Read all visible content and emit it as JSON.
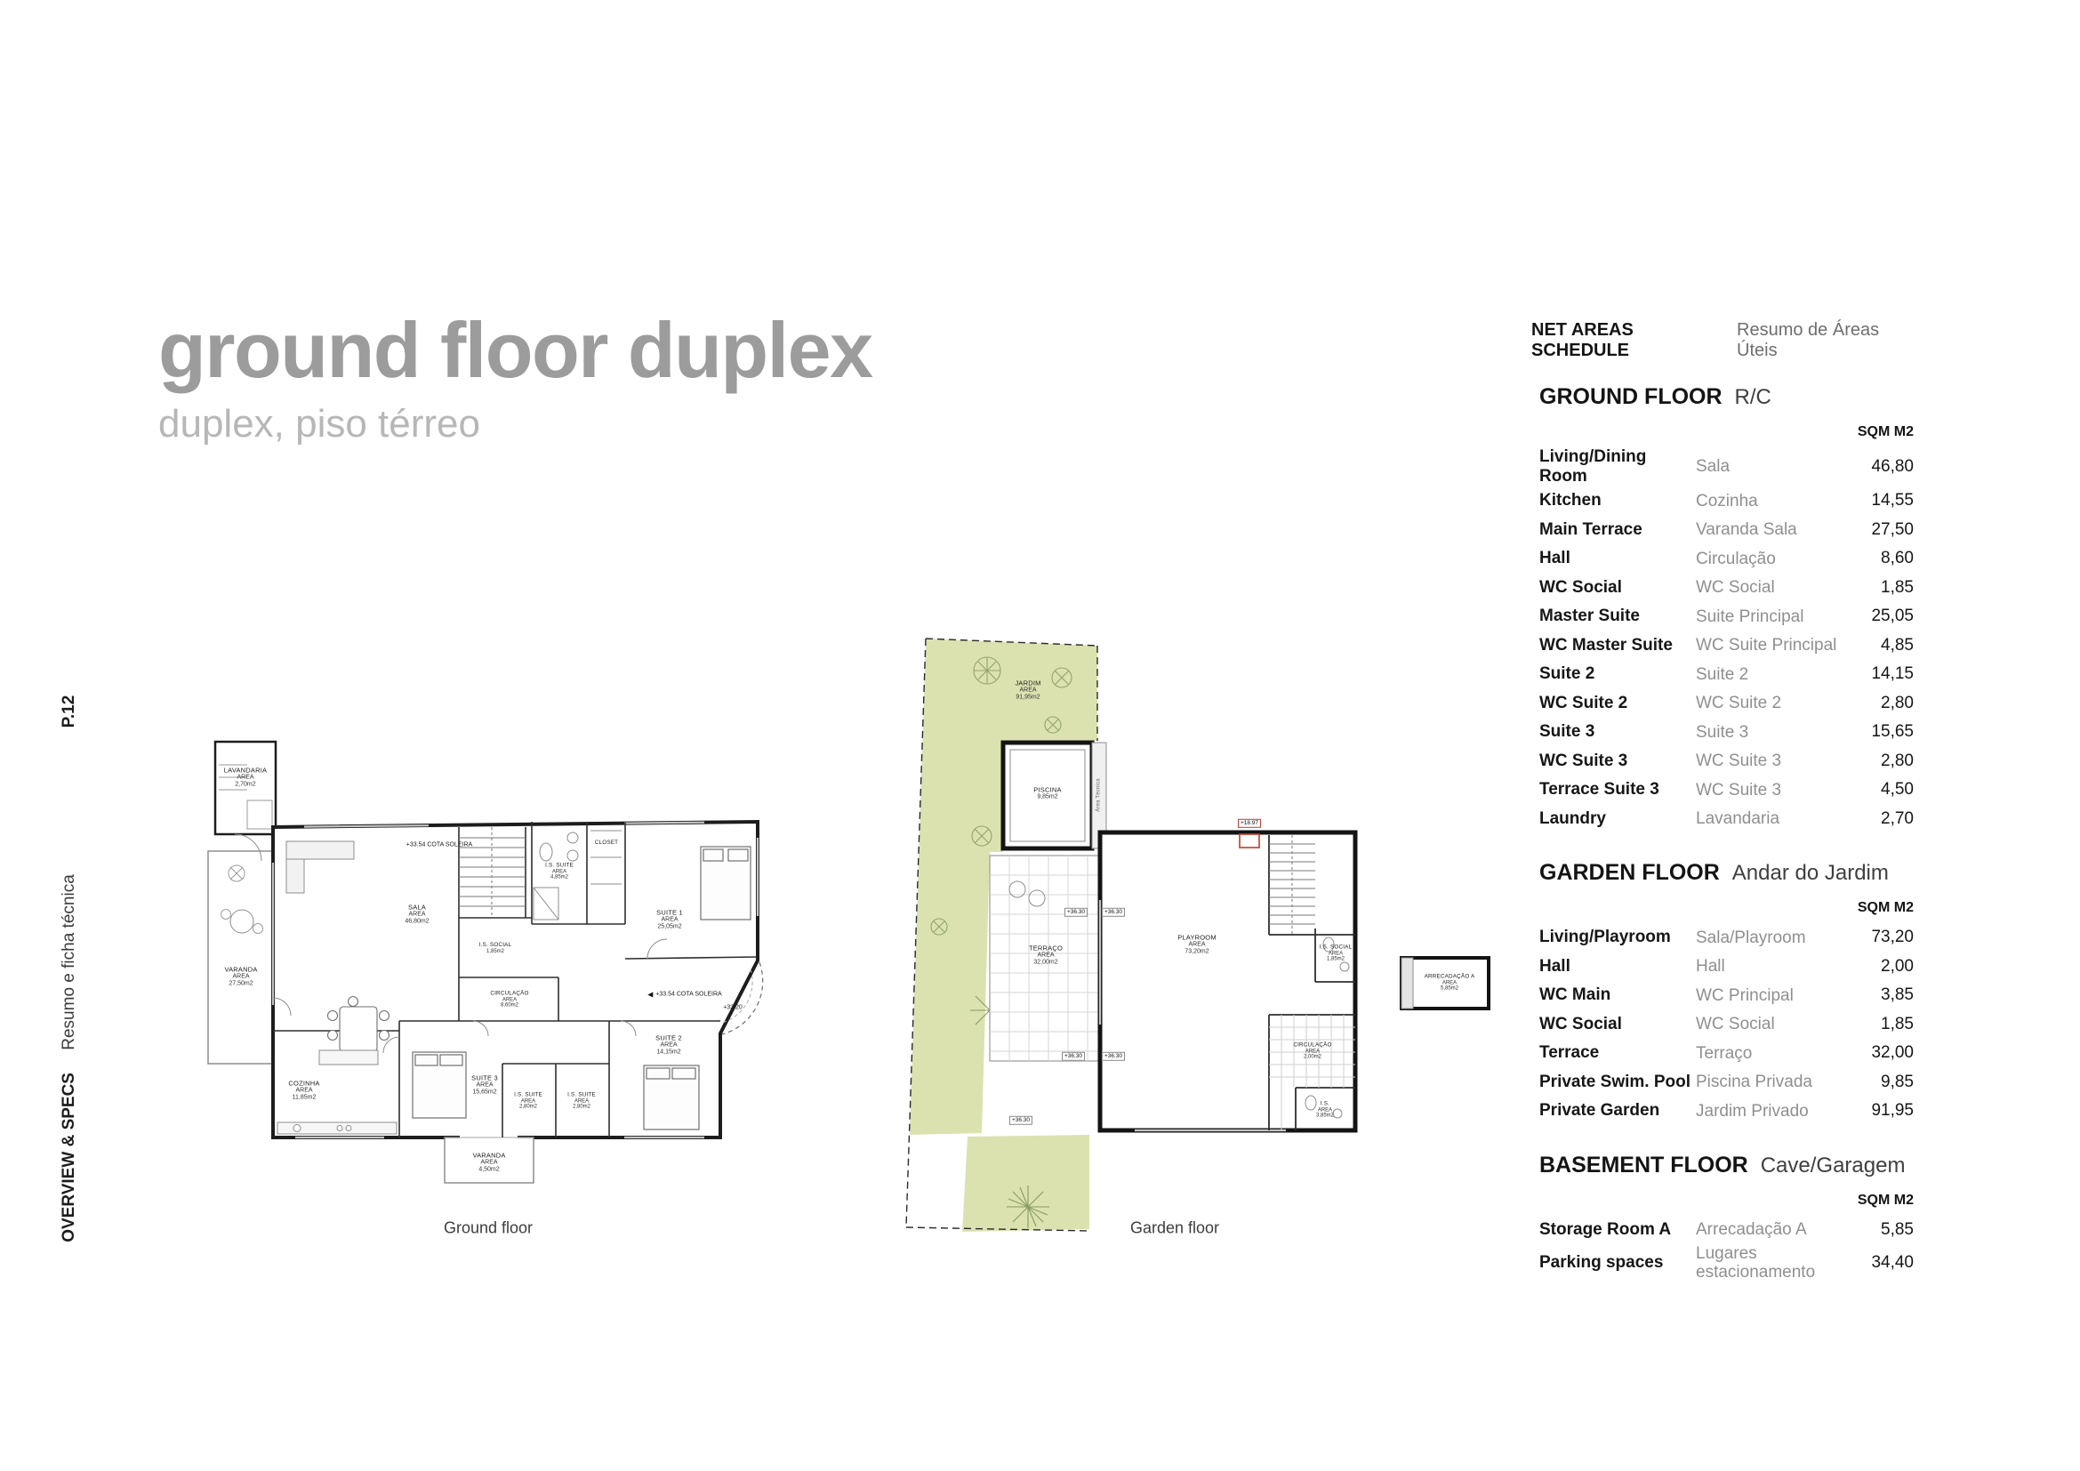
{
  "header": {
    "title": "ground floor duplex",
    "subtitle": "duplex, piso térreo"
  },
  "sidebar": {
    "page_number": "P.12",
    "section_en": "OVERVIEW & SPECS",
    "section_pt": "Resumo e ficha técnica"
  },
  "schedule": {
    "title_en": "NET AREAS SCHEDULE",
    "title_pt": "Resumo de Áreas Úteis",
    "col_header": "SQM M2",
    "sections": [
      {
        "name_en": "GROUND FLOOR",
        "name_pt": "R/C",
        "rows": [
          {
            "en": "Living/Dining Room",
            "pt": "Sala",
            "val": "46,80"
          },
          {
            "en": "Kitchen",
            "pt": "Cozinha",
            "val": "14,55"
          },
          {
            "en": "Main Terrace",
            "pt": "Varanda Sala",
            "val": "27,50"
          },
          {
            "en": "Hall",
            "pt": "Circulação",
            "val": "8,60"
          },
          {
            "en": "WC Social",
            "pt": "WC Social",
            "val": "1,85"
          },
          {
            "en": "Master Suite",
            "pt": "Suite Principal",
            "val": "25,05"
          },
          {
            "en": "WC Master Suite",
            "pt": "WC Suite Principal",
            "val": "4,85"
          },
          {
            "en": "Suite 2",
            "pt": "Suite 2",
            "val": "14,15"
          },
          {
            "en": "WC Suite 2",
            "pt": "WC Suite 2",
            "val": "2,80"
          },
          {
            "en": "Suite 3",
            "pt": "Suite 3",
            "val": "15,65"
          },
          {
            "en": "WC Suite 3",
            "pt": "WC Suite 3",
            "val": "2,80"
          },
          {
            "en": "Terrace Suite 3",
            "pt": "WC Suite 3",
            "val": "4,50"
          },
          {
            "en": "Laundry",
            "pt": "Lavandaria",
            "val": "2,70"
          }
        ]
      },
      {
        "name_en": "GARDEN FLOOR",
        "name_pt": "Andar do Jardim",
        "rows": [
          {
            "en": "Living/Playroom",
            "pt": "Sala/Playroom",
            "val": "73,20"
          },
          {
            "en": "Hall",
            "pt": "Hall",
            "val": "2,00"
          },
          {
            "en": "WC Main",
            "pt": "WC Principal",
            "val": "3,85"
          },
          {
            "en": "WC Social",
            "pt": "WC Social",
            "val": "1,85"
          },
          {
            "en": "Terrace",
            "pt": "Terraço",
            "val": "32,00"
          },
          {
            "en": "Private Swim. Pool",
            "pt": "Piscina Privada",
            "val": "9,85"
          },
          {
            "en": "Private Garden",
            "pt": "Jardim Privado",
            "val": "91,95"
          }
        ]
      },
      {
        "name_en": "BASEMENT FLOOR",
        "name_pt": "Cave/Garagem",
        "rows": [
          {
            "en": "Storage Room A",
            "pt": "Arrecadação A",
            "val": "5,85"
          },
          {
            "en": "Parking spaces",
            "pt": "Lugares estacionamento",
            "val": "34,40"
          }
        ]
      }
    ]
  },
  "plans": {
    "ground": {
      "caption": "Ground floor",
      "rooms": {
        "lavandaria": {
          "label": "LAVANDARIA",
          "area": "AREA\n2,70m2"
        },
        "varanda": {
          "label": "VARANDA",
          "area": "AREA\n27,50m2"
        },
        "sala": {
          "label": "SALA",
          "area": "AREA\n46,80m2"
        },
        "is_social": {
          "label": "I.S. SOCIAL",
          "area": "1,85m2"
        },
        "circulacao": {
          "label": "CIRCULAÇÃO",
          "area": "AREA\n8,60m2"
        },
        "is_suite": {
          "label": "I.S. SUITE",
          "area": "AREA\n4,85m2"
        },
        "closet": {
          "label": "CLOSET",
          "area": ""
        },
        "suite1": {
          "label": "SUITE 1",
          "area": "AREA\n25,05m2"
        },
        "cozinha": {
          "label": "COZINHA",
          "area": "AREA\n11,85m2"
        },
        "suite3": {
          "label": "SUITE 3",
          "area": "AREA\n15,65m2"
        },
        "is_suite3": {
          "label": "I.S. SUITE",
          "area": "AREA\n2,80m2"
        },
        "is_suite2": {
          "label": "I.S. SUITE",
          "area": "AREA\n2,80m2"
        },
        "suite2": {
          "label": "SUITE 2",
          "area": "AREA\n14,15m2"
        },
        "varanda2": {
          "label": "VARANDA",
          "area": "AREA\n4,50m2"
        }
      },
      "cotas": {
        "c1": "+33.54 COTA SOLEIRA",
        "c2": "+33.54 COTA SOLEIRA",
        "c3": "+33.20"
      }
    },
    "garden": {
      "caption": "Garden floor",
      "rooms": {
        "jardim": {
          "label": "JARDIM",
          "area": "AREA\n91,95m2"
        },
        "piscina": {
          "label": "PISCINA",
          "area": "9,85m2"
        },
        "terraco": {
          "label": "TERRAÇO",
          "area": "AREA\n32,00m2"
        },
        "playroom": {
          "label": "PLAYROOM",
          "area": "AREA\n73,20m2"
        },
        "is_social": {
          "label": "I.S. SOCIAL",
          "area": "AREA\n1,85m2"
        },
        "circulacao": {
          "label": "CIRCULAÇÃO",
          "area": "AREA\n2,00m2"
        },
        "is_main": {
          "label": "I.S.",
          "area": "AREA\n3,85m2"
        },
        "arrecadacao": {
          "label": "ARRECADAÇÃO A",
          "area": "AREA\n5,85m2"
        },
        "area_tecnica": {
          "label": "Área Técnica",
          "area": ""
        }
      },
      "elev_entry": "+18.97",
      "elev": "+36.30"
    }
  }
}
